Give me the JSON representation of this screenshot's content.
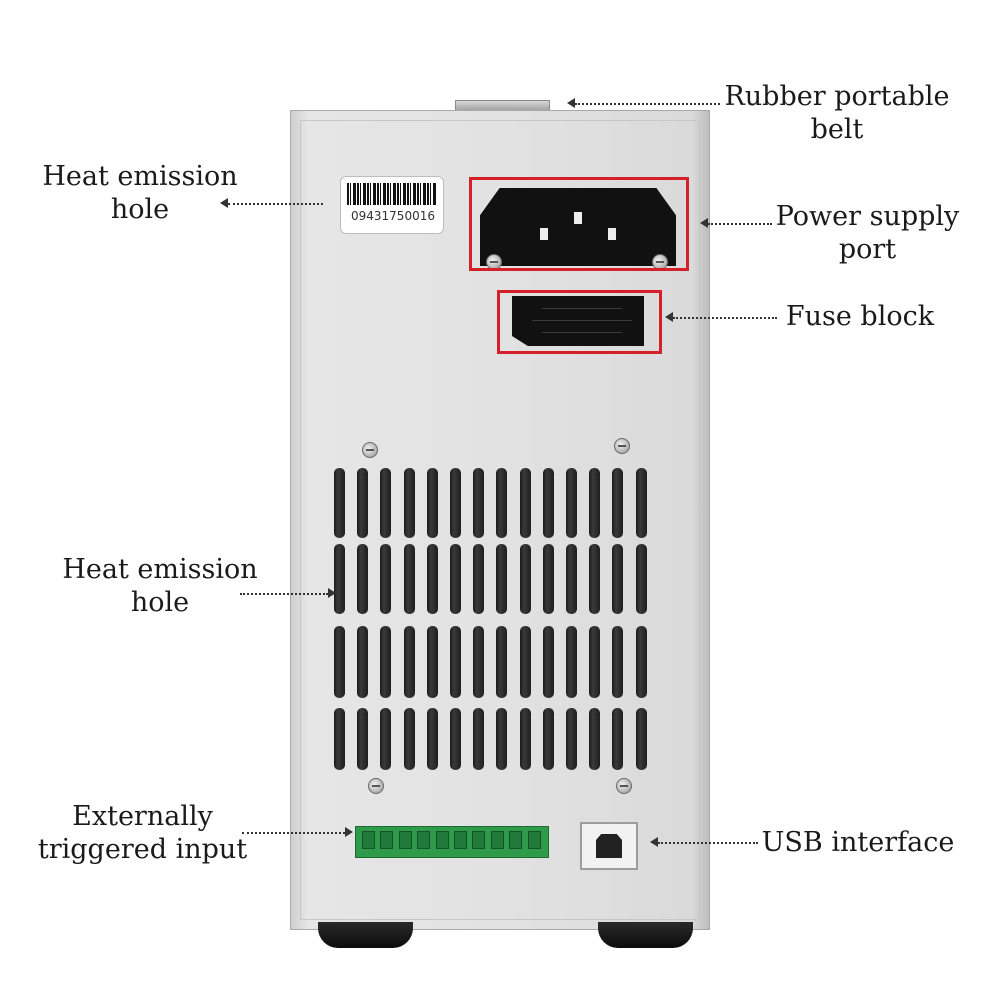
{
  "labels": {
    "rubber_belt": [
      "Rubber portable",
      "belt"
    ],
    "heat_hole_top": [
      "Heat emission",
      "hole"
    ],
    "power_port": [
      "Power supply",
      "port"
    ],
    "fuse": [
      "Fuse block"
    ],
    "heat_hole_mid": [
      "Heat emission",
      "hole"
    ],
    "external_trigger": [
      "Externally",
      "triggered input"
    ],
    "usb": [
      "USB interface"
    ]
  },
  "barcode_number": "09431750016",
  "colors": {
    "highlight": "#d4202a",
    "terminal_green": "#2f9b4a",
    "leader_line": "#333333"
  }
}
